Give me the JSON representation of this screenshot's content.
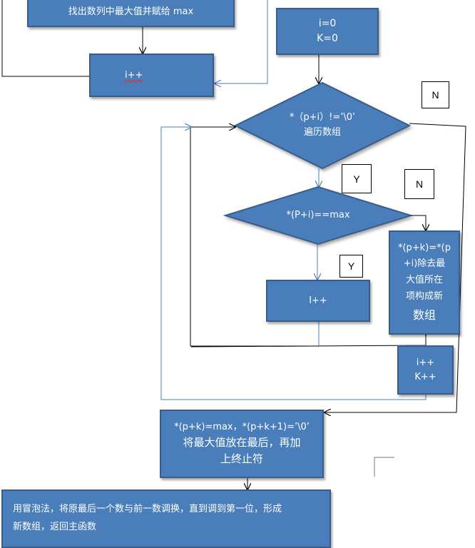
{
  "boxes": {
    "find_max": "找出数列中最大值并赋给 max",
    "i_inc_top": "i++",
    "init_i": "i=0",
    "init_k": "K=0",
    "i_inc_mid": "I++",
    "assign_line1": "*(p+k)=*(p",
    "assign_line2": "+i)除去最",
    "assign_line3": "大值所在",
    "assign_line4": "项构成新",
    "assign_line5": "数组",
    "inc_i": "i++",
    "inc_k": "K++",
    "final_line1": "*(p+k)=max，*(p+k+1)=’\\0’",
    "final_line2": "将最大值放在最后，再加",
    "final_line3": "上终止符",
    "bubble_line1": "用冒泡法，将原最后一个数与前一数调换，直到调到第一位，形成",
    "bubble_line2": "新数组，返回主函数"
  },
  "decisions": {
    "loop_cond": "*（p+i）!=’\\0’",
    "loop_desc": "遍历数组",
    "max_cond": "*(P+i)==max"
  },
  "labels": {
    "n_top": "N",
    "y_loop": "Y",
    "n_max": "N",
    "y_max": "Y"
  }
}
